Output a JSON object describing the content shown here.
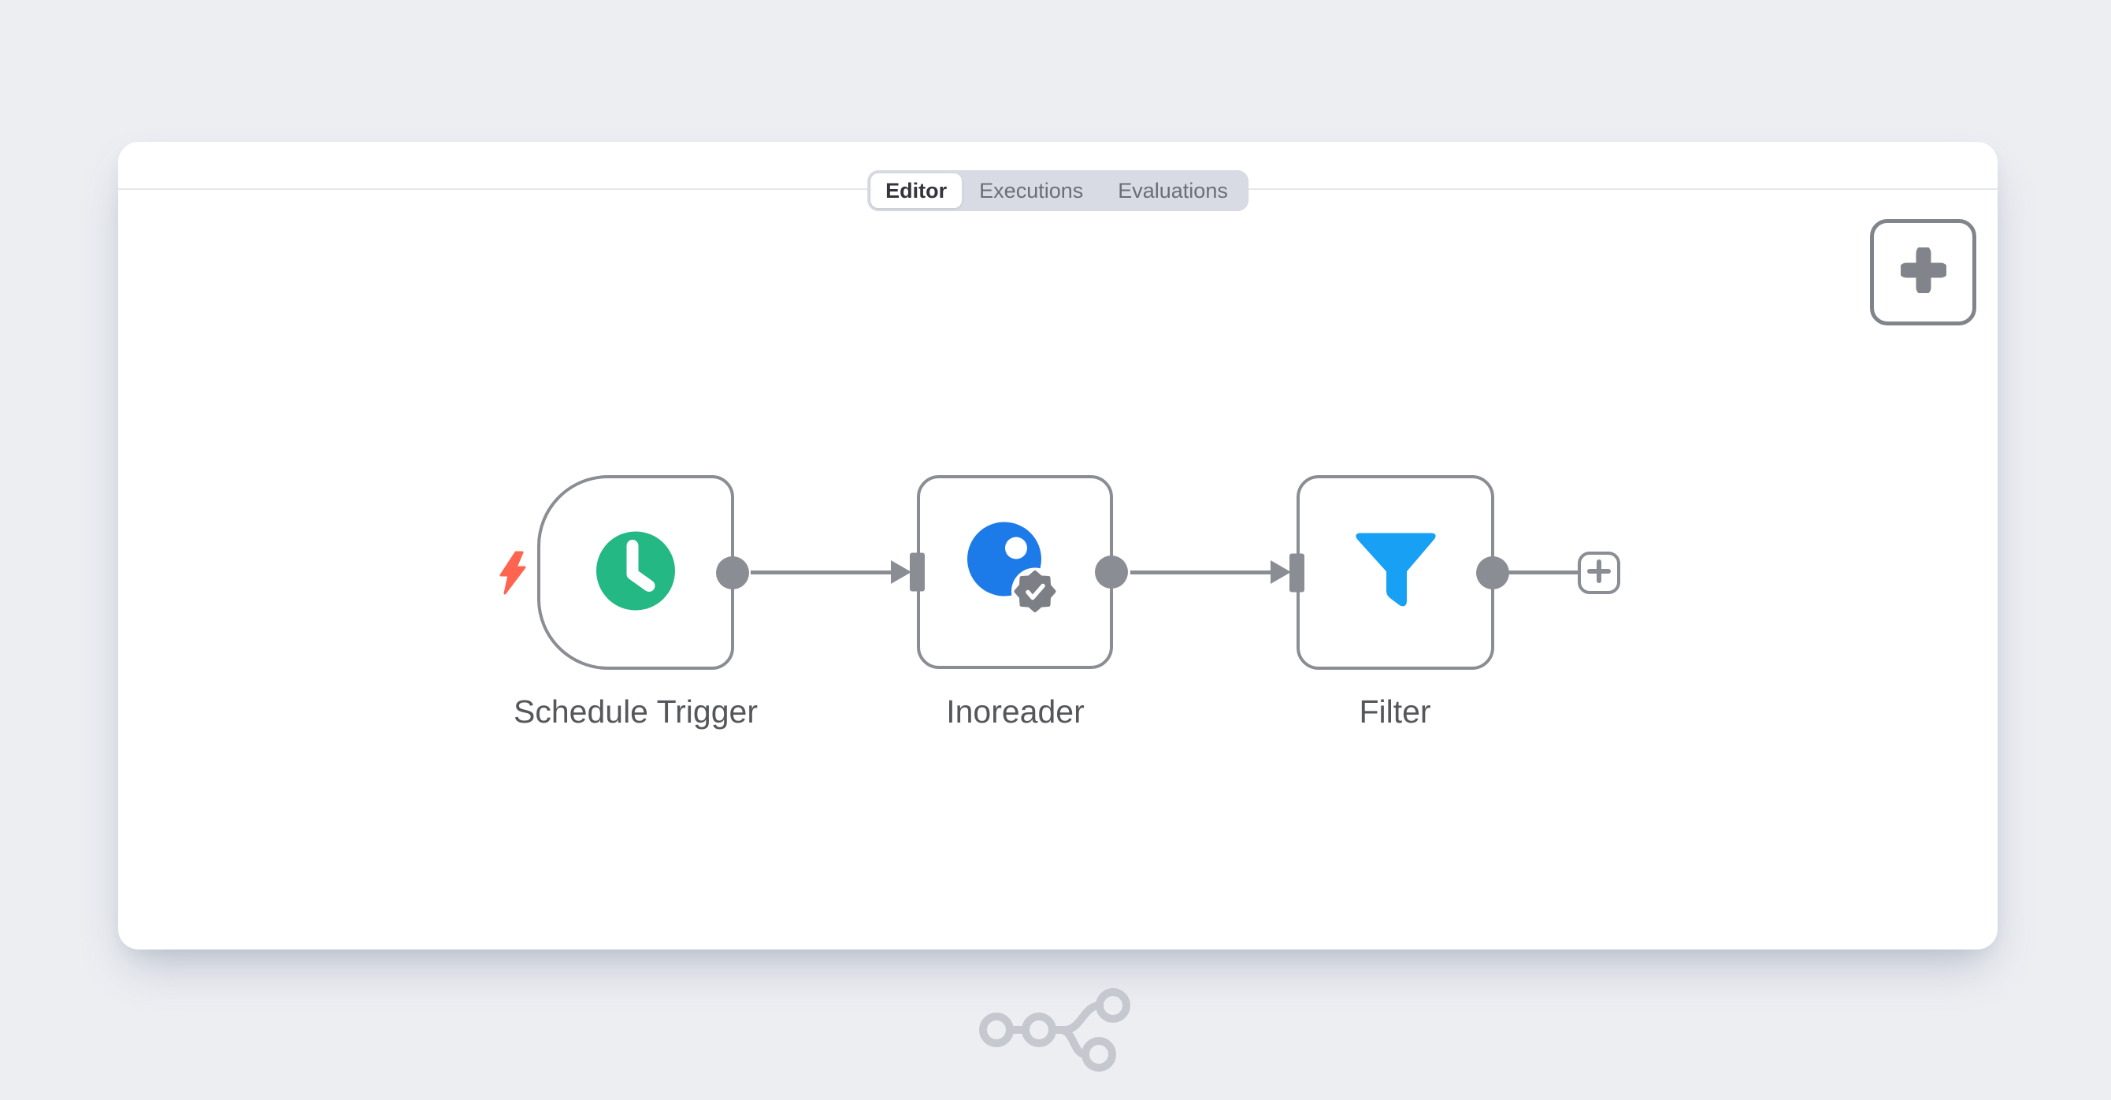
{
  "tabs": {
    "items": [
      {
        "label": "Editor",
        "active": true
      },
      {
        "label": "Executions",
        "active": false
      },
      {
        "label": "Evaluations",
        "active": false
      }
    ]
  },
  "toolbar": {
    "add_node_button_icon": "plus-icon"
  },
  "canvas": {
    "nodes": [
      {
        "label": "Schedule Trigger",
        "type": "schedule-trigger",
        "icon": "clock-icon",
        "icon_color": "#23B884",
        "is_trigger": true,
        "has_execute_bolt": true
      },
      {
        "label": "Inoreader",
        "type": "inoreader",
        "icon": "inoreader-icon",
        "icon_color": "#1C7BE8",
        "verified_badge": true
      },
      {
        "label": "Filter",
        "type": "filter",
        "icon": "funnel-icon",
        "icon_color": "#18A0F5"
      }
    ],
    "connections": [
      {
        "from": "Schedule Trigger",
        "to": "Inoreader",
        "arrow": true
      },
      {
        "from": "Inoreader",
        "to": "Filter",
        "arrow": true
      },
      {
        "from": "Filter",
        "to": "add-next-node",
        "arrow": false
      }
    ],
    "add_next_node_icon": "plus-icon"
  },
  "footer": {
    "logo": "workflow-branch-logo"
  },
  "colors": {
    "background": "#ECEEF2",
    "card": "#FFFFFF",
    "divider": "#E6E7EA",
    "tab_pill": "#D8DBE3",
    "active_tab_text": "#33353A",
    "inactive_tab_text": "#6B6E74",
    "node_border": "#8A8D93",
    "connector": "#8A8D93",
    "label_text": "#55575B",
    "trigger_bolt": "#FF6450",
    "schedule_green": "#23B884",
    "inoreader_blue": "#1C7BE8",
    "filter_blue": "#18A0F5",
    "badge_gray": "#7C7F86",
    "logo_gray": "#C5C8CE"
  }
}
